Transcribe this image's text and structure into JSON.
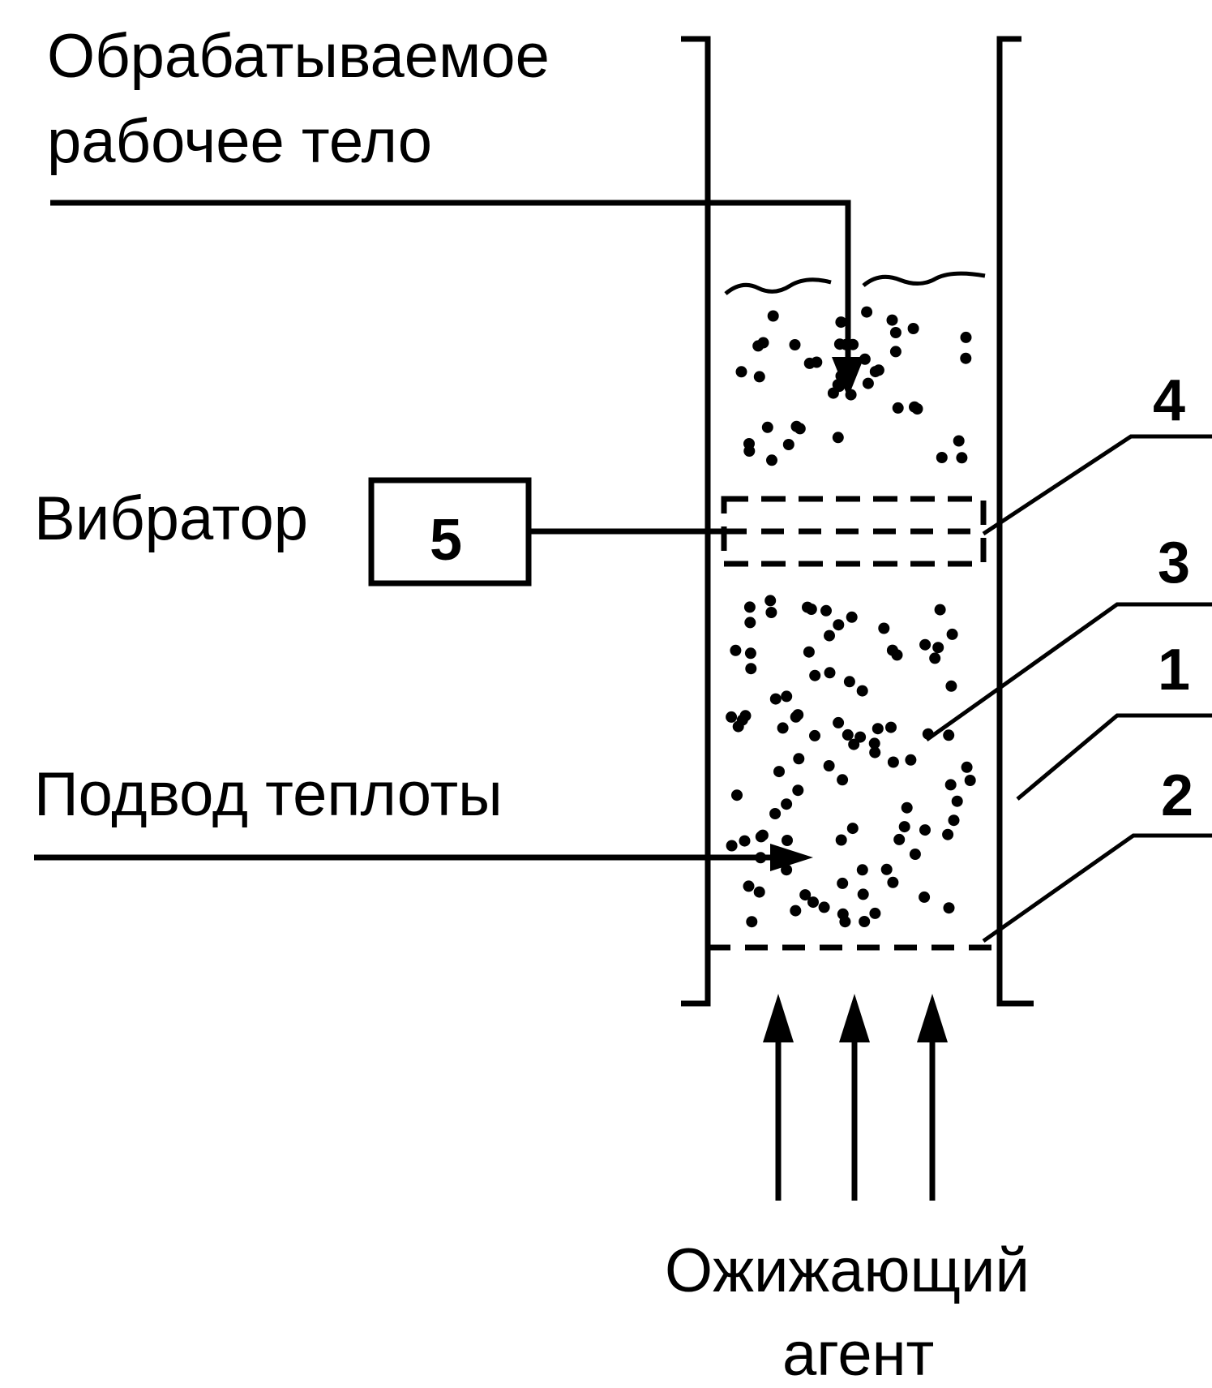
{
  "labels": {
    "material_line1": "Обрабатываемое",
    "material_line2": "рабочее тело",
    "vibrator": "Вибратор",
    "vibrator_box": "5",
    "heat_supply": "Подвод теплоты",
    "agent_line1": "Ожижающий",
    "agent_line2": "агент"
  },
  "callouts": {
    "n4": "4",
    "n3": "3",
    "n1": "1",
    "n2": "2"
  }
}
